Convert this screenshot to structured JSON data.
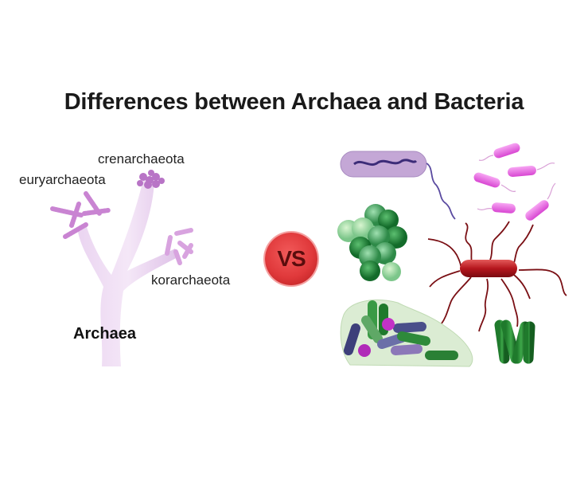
{
  "title": "Differences between Archaea and Bacteria",
  "archaea": {
    "main_label": "Archaea",
    "branches": [
      {
        "label": "euryarchaeota"
      },
      {
        "label": "crenarchaeota"
      },
      {
        "label": "korarchaeota"
      }
    ],
    "color": "#e6c8ee"
  },
  "versus": {
    "label": "VS",
    "color": "#e0393b"
  },
  "bacteria": {
    "shapes": [
      "purple-bacillus-with-flagellum",
      "magenta-rods-with-flagella",
      "green-cocci-cluster",
      "red-bacillus-with-pili",
      "biofilm-rods",
      "green-rod-palisade"
    ]
  }
}
